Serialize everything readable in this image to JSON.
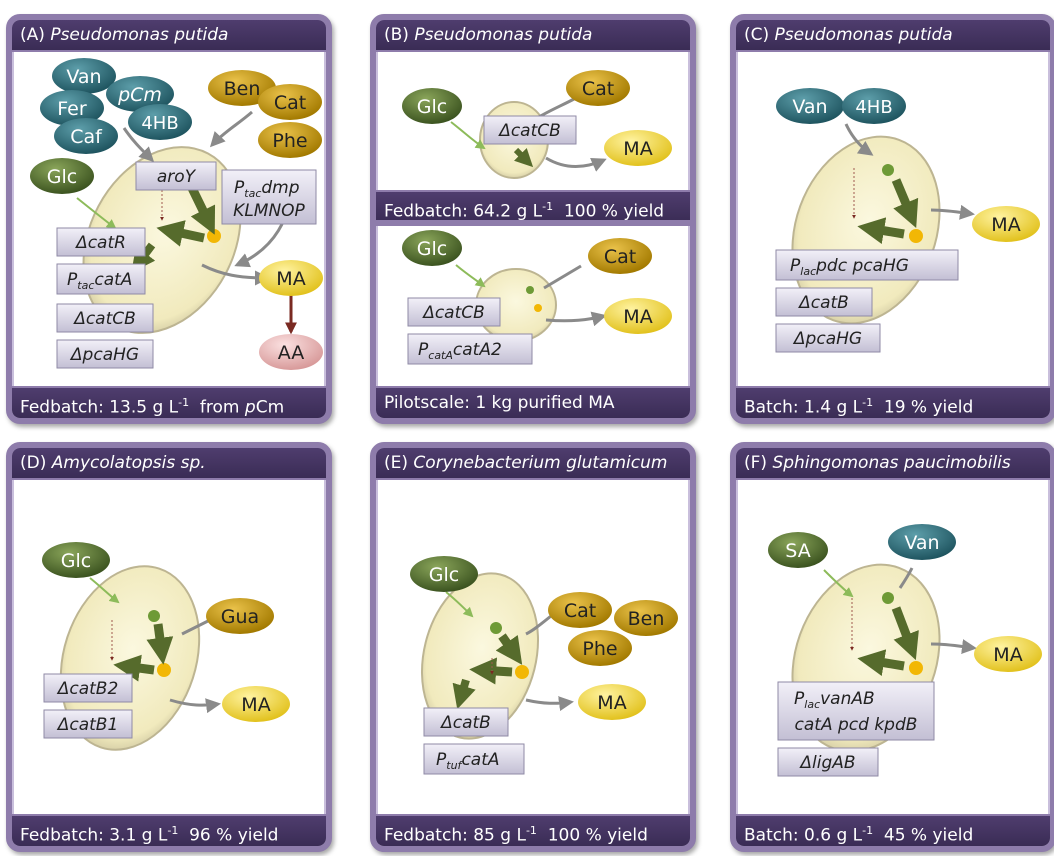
{
  "panels": {
    "A": {
      "label": "(A)",
      "organism": "Pseudomonas putida",
      "metabolites": {
        "van": "Van",
        "pcm": "pCm",
        "fer": "Fer",
        "hb": "4HB",
        "caf": "Caf",
        "ben": "Ben",
        "cat": "Cat",
        "phe": "Phe",
        "glc": "Glc",
        "ma": "MA",
        "aa": "AA"
      },
      "genes": {
        "aroy": "aroY",
        "ptac_dmp_1": "P",
        "ptac_dmp_sub": "tac",
        "ptac_dmp_2": "dmp",
        "ptac_dmp_3": "KLMNOP",
        "catr": "ΔcatR",
        "ptac_cata_1": "P",
        "ptac_cata_sub": "tac",
        "ptac_cata_2": "catA",
        "catcb": "ΔcatCB",
        "pcahg": "ΔpcaHG"
      },
      "footer": {
        "prefix": "Fedbatch:  13.5 g L",
        "sup": "-1",
        "mid": "  from ",
        "italic": "p",
        "suffix": "Cm"
      }
    },
    "B": {
      "label": "(B)",
      "organism": "Pseudomonas putida",
      "metabolites": {
        "glc1": "Glc",
        "cat1": "Cat",
        "ma1": "MA",
        "glc2": "Glc",
        "cat2": "Cat",
        "ma2": "MA"
      },
      "genes": {
        "catcb1": "ΔcatCB",
        "catcb2": "ΔcatCB",
        "pcata_1": "P",
        "pcata_sub": "catA",
        "pcata_2": "catA2"
      },
      "mid_footer": {
        "prefix": "Fedbatch:  64.2 g L",
        "sup": "-1",
        "suffix": "  100 % yield"
      },
      "footer": {
        "text": "Pilotscale: 1 kg purified MA"
      }
    },
    "C": {
      "label": "(C)",
      "organism": "Pseudomonas putida",
      "metabolites": {
        "van": "Van",
        "hb": "4HB",
        "ma": "MA"
      },
      "genes": {
        "plac_1": "P",
        "plac_sub": "lac",
        "plac_2": "pdc pcaHG",
        "catb": "ΔcatB",
        "pcahg": "ΔpcaHG"
      },
      "footer": {
        "prefix": "Batch:  1.4 g L",
        "sup": "-1",
        "suffix": "  19 % yield"
      }
    },
    "D": {
      "label": "(D)",
      "organism": "Amycolatopsis sp.",
      "metabolites": {
        "glc": "Glc",
        "gua": "Gua",
        "ma": "MA"
      },
      "genes": {
        "catb2": "ΔcatB2",
        "catb1": "ΔcatB1"
      },
      "footer": {
        "prefix": "Fedbatch:  3.1 g L",
        "sup": "-1",
        "suffix": "  96 % yield"
      }
    },
    "E": {
      "label": "(E)",
      "organism": "Corynebacterium glutamicum",
      "metabolites": {
        "glc": "Glc",
        "cat": "Cat",
        "ben": "Ben",
        "phe": "Phe",
        "ma": "MA"
      },
      "genes": {
        "catb": "ΔcatB",
        "ptuf_1": "P",
        "ptuf_sub": "tuf",
        "ptuf_2": "catA"
      },
      "footer": {
        "prefix": "Fedbatch:  85 g L",
        "sup": "-1",
        "suffix": "  100 % yield"
      }
    },
    "F": {
      "label": "(F)",
      "organism": "Sphingomonas paucimobilis",
      "metabolites": {
        "sa": "SA",
        "van": "Van",
        "ma": "MA"
      },
      "genes": {
        "plac_1": "P",
        "plac_sub": "lac",
        "plac_2": "vanAB",
        "plac_3": "catA pcd kpdB",
        "ligab": "ΔligAB"
      },
      "footer": {
        "prefix": "Batch:  0.6 g L",
        "sup": "-1",
        "suffix": "  45 % yield"
      }
    }
  },
  "colors": {
    "frame": "#8e7cab",
    "bar": "#463562",
    "glc": "#4e6a2a",
    "teal": "#2d6b78",
    "gold": "#c99a06",
    "ma": "#f3d640",
    "aa": "#e9b3b3",
    "cell": "#f4efc6",
    "arrow_green": "#566b2c",
    "arrow_dark": "#6e2a22",
    "gene_box": "#d9d6e6"
  }
}
